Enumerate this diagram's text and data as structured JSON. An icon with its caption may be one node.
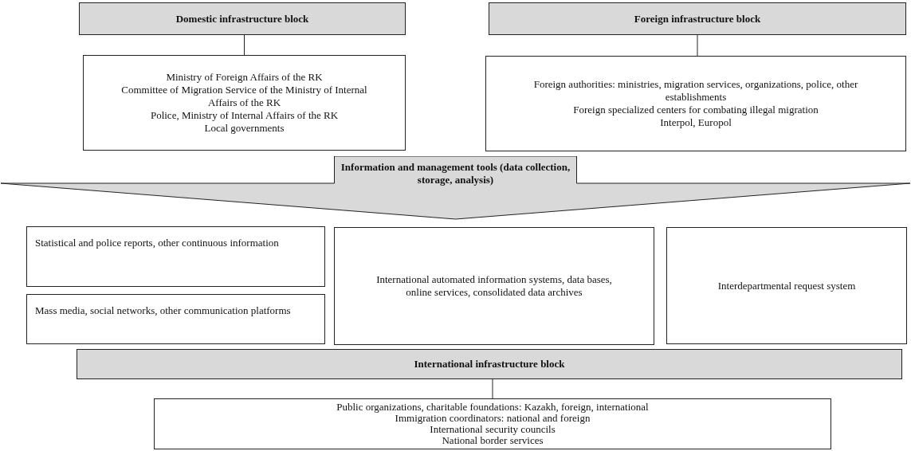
{
  "diagram": {
    "nodes": [
      {
        "text": [
          "Domestic infrastructure block"
        ]
      },
      {
        "text": [
          "Ministry of Foreign Affairs of the RK",
          "Committee of Migration Service of the Ministry of Internal Affairs of the RK",
          "Police, Ministry of Internal Affairs of the RK",
          "Local governments"
        ]
      },
      {
        "text": [
          "Foreign infrastructure block"
        ]
      },
      {
        "text": [
          "Foreign authorities: ministries, migration services, organizations, police, other establishments",
          "Foreign specialized centers for combating illegal migration",
          "Interpol, Europol"
        ]
      },
      {
        "text": [
          "Information and management tools (data collection, storage, analysis)"
        ]
      },
      {
        "text": [
          "Statistical and police reports, other continuous information"
        ]
      },
      {
        "text": [
          "Mass media, social networks, other communication platforms"
        ]
      },
      {
        "text": [
          "International automated information systems, data bases, online services, consolidated data archives"
        ]
      },
      {
        "text": [
          "Interdepartmental request system"
        ]
      },
      {
        "text": [
          "International infrastructure block"
        ]
      },
      {
        "text": [
          "Public organizations, charitable foundations: Kazakh, foreign, international",
          "Immigration coordinators: national and foreign",
          "International security councils",
          "National border services"
        ]
      }
    ],
    "edges": [
      {
        "from": 0,
        "to": 1,
        "arrow": "none"
      },
      {
        "from": 2,
        "to": 3,
        "arrow": "none"
      },
      {
        "from": 9,
        "to": 10,
        "arrow": "none"
      }
    ]
  }
}
